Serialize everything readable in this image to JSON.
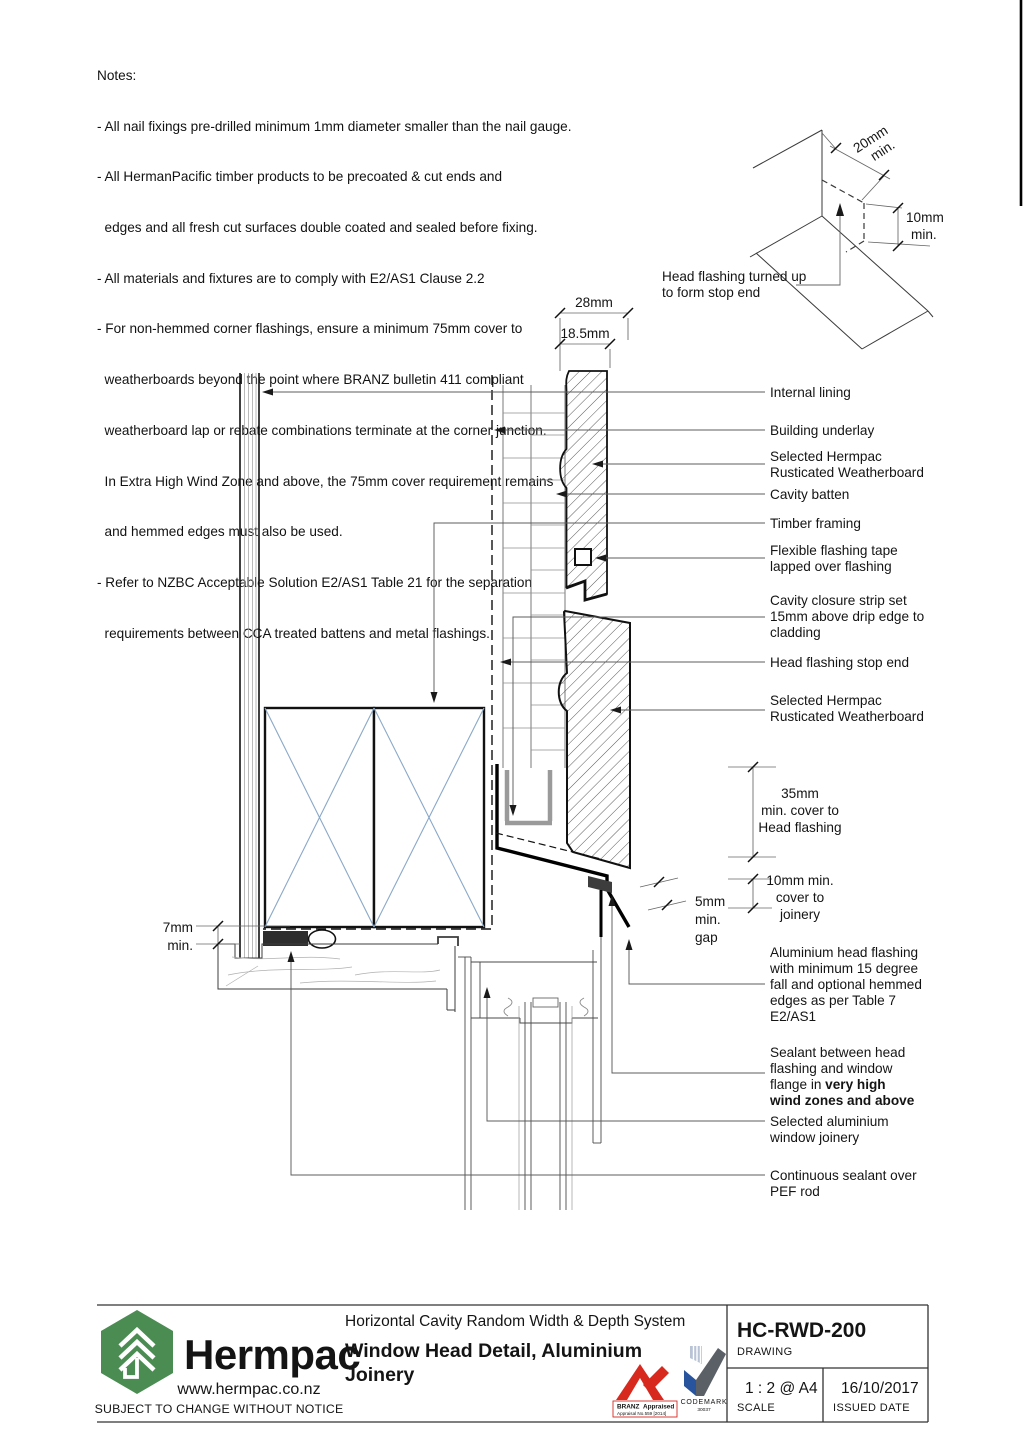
{
  "notes": {
    "title": "Notes:",
    "lines": [
      "- All nail fixings pre-drilled minimum 1mm diameter smaller than the nail gauge.",
      "- All HermanPacific timber products to be precoated & cut ends and",
      "  edges and all fresh cut surfaces double coated and sealed before fixing.",
      "- All materials and fixtures are to comply with E2/AS1 Clause 2.2",
      "- For non-hemmed corner flashings, ensure a minimum 75mm cover to",
      "  weatherboards beyond the point where BRANZ bulletin 411 compliant",
      "  weatherboard lap or rebate combinations terminate at the corner junction.",
      "  In Extra High Wind Zone and above, the 75mm cover requirement remains",
      "  and hemmed edges must also be used.",
      "- Refer to NZBC Acceptable Solution E2/AS1 Table 21 for the separation",
      "  requirements between CCA treated battens and metal flashings."
    ]
  },
  "iso_detail": {
    "dim_20": "20mm",
    "dim_20_min": "min.",
    "dim_10": "10mm",
    "dim_10_min": "min.",
    "label": [
      "Head flashing turned up",
      "to form stop end"
    ]
  },
  "dimensions": {
    "top_width": "28mm",
    "top_width_inner": "18.5mm",
    "left_gap": [
      "7mm",
      "min."
    ],
    "cover_flashing": [
      "35mm",
      "min. cover to",
      "Head flashing"
    ],
    "cover_joinery": [
      "10mm min.",
      "cover to",
      "joinery"
    ],
    "gap": [
      "5mm",
      "min.",
      "gap"
    ]
  },
  "callouts": {
    "internal_lining": "Internal lining",
    "building_underlay": "Building underlay",
    "weatherboard_upper": [
      "Selected Hermpac",
      "Rusticated Weatherboard"
    ],
    "cavity_batten": "Cavity batten",
    "timber_framing": "Timber framing",
    "flexible_tape": [
      "Flexible flashing tape",
      "lapped over flashing"
    ],
    "cavity_closure": [
      "Cavity closure strip set",
      "15mm above drip edge to",
      "cladding"
    ],
    "stop_end": "Head flashing stop end",
    "weatherboard_lower": [
      "Selected Hermpac",
      "Rusticated Weatherboard"
    ],
    "head_flashing": [
      "Aluminium head flashing",
      "with minimum 15 degree",
      "fall and optional hemmed",
      "edges as per Table 7",
      "E2/AS1"
    ],
    "sealant": [
      "Sealant between head",
      "flashing and window",
      "flange in ",
      "very high",
      "wind zones and above"
    ],
    "window_joinery": [
      "Selected aluminium",
      "window joinery"
    ],
    "pef": [
      "Continuous sealant over",
      "PEF rod"
    ]
  },
  "footer": {
    "brand": "Hermpac",
    "website": "www.hermpac.co.nz",
    "disclaimer": "SUBJECT TO CHANGE WITHOUT NOTICE",
    "system_title": "Horizontal Cavity Random Width & Depth System",
    "drawing_title": [
      "Window Head Detail, Aluminium",
      "Joinery"
    ],
    "drawing_number": "HC-RWD-200",
    "drawing_label": "DRAWING",
    "scale_value": "1 : 2 @ A4",
    "scale_label": "SCALE",
    "date_value": "16/10/2017",
    "date_label": "ISSUED DATE",
    "branz_name": "BRANZ",
    "branz_sub": "Appraised",
    "branz_no": "Appraisal No.559 [2014]",
    "codemark_name": "CODEMARK",
    "codemark_no": "30037"
  },
  "colors": {
    "logo_green": "#4a8c52",
    "branz_red": "#d8291f",
    "codemark_blue": "#27549d",
    "codemark_gray": "#5b6067",
    "cross_blue": "#8aa8c8"
  }
}
